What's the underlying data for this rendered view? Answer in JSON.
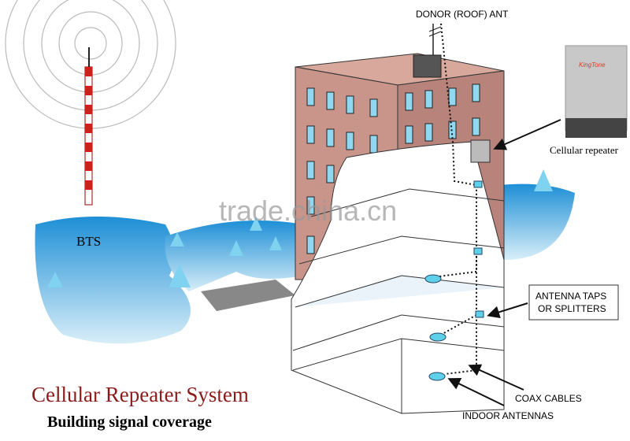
{
  "labels": {
    "donor_antenna": "DONOR (ROOF) ANT",
    "cellular_repeater": "Cellular repeater",
    "repeater_brand": "KingTone",
    "bts": "BTS",
    "taps_line1": "ANTENNA TAPS",
    "taps_line2": "OR SPLITTERS",
    "coax_cables": "COAX CABLES",
    "indoor_antennas": "INDOOR ANTENNAS"
  },
  "title": "Cellular Repeater System",
  "subtitle": "Building signal coverage",
  "watermark": "trade.china.cn",
  "colors": {
    "title": "#8b1a1a",
    "building": "#c9958a",
    "coverage": "#2a8fd0",
    "window": "#8fd8f0"
  }
}
